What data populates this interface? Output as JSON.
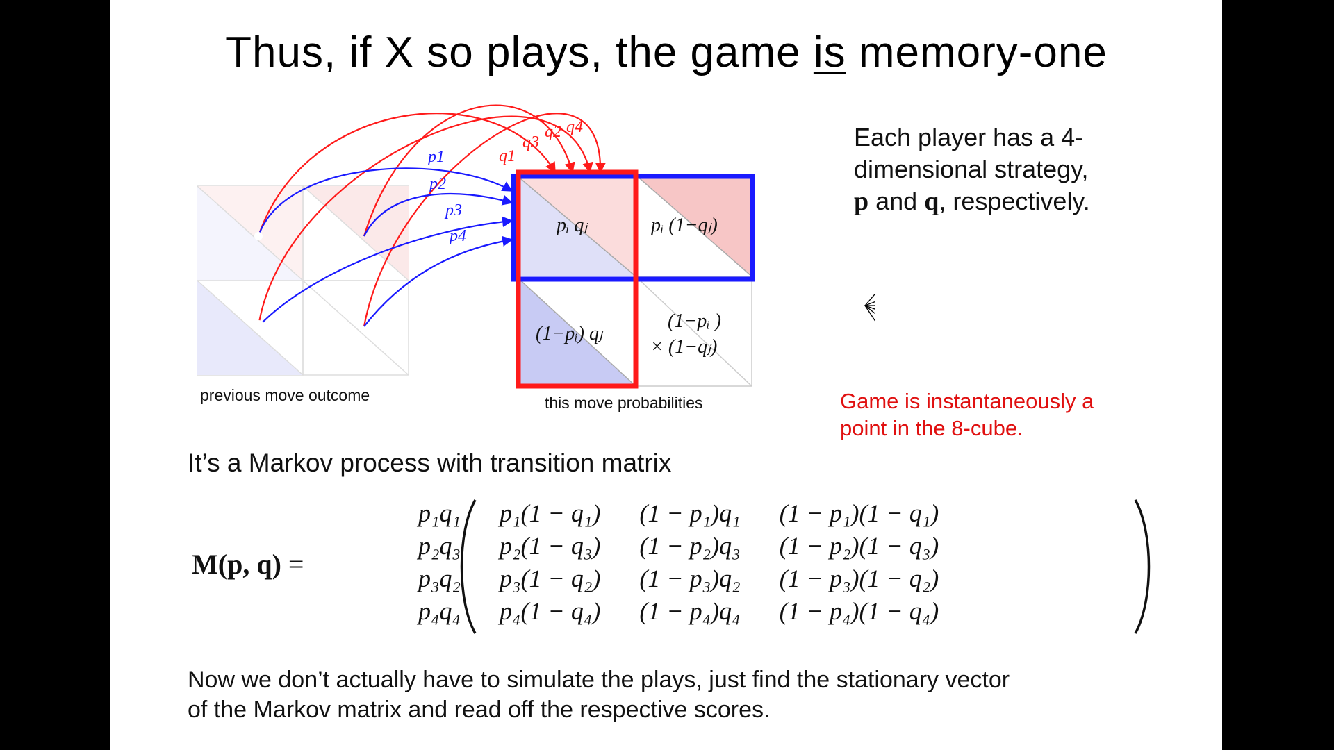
{
  "slide": {
    "title_pre": "Thus, if X so plays, the game ",
    "title_underlined": "is",
    "title_post": " memory-one"
  },
  "diagram": {
    "arrow_labels_blue": [
      "p1",
      "p2",
      "p3",
      "p4"
    ],
    "arrow_labels_red": [
      "q1",
      "q3",
      "q2",
      "q4"
    ],
    "cells": {
      "top_left": "pᵢ qⱼ",
      "top_right": "pᵢ (1−qⱼ)",
      "bottom_left": "(1−pᵢ) qⱼ",
      "bottom_right_line1": "(1−pᵢ )",
      "bottom_right_line2": "× (1−qⱼ)"
    },
    "caption_left": "previous move outcome",
    "caption_right": "this move probabilities",
    "colors": {
      "blue": "#1a1aff",
      "red": "#ff1a1a",
      "pink_fill": "#f9cfcf",
      "blue_fill": "#c9cbf5"
    }
  },
  "strategy": {
    "line1": "Each player has a 4-",
    "line2": "dimensional strategy,",
    "bold_p": "p",
    "and": " and ",
    "bold_q": "q",
    "line3_rest": ", respectively."
  },
  "game_note": {
    "line1": "Game is instantaneously a",
    "line2": "point in the 8-cube."
  },
  "markov_intro": "It’s a Markov process with transition matrix",
  "matrix": {
    "lhs_bold": "M(p, q)",
    "lhs_eq": " =",
    "rows": [
      [
        "p₁q₁",
        "p₁(1 − q₁)",
        "(1 − p₁)q₁",
        "(1 − p₁)(1 − q₁)"
      ],
      [
        "p₂q₃",
        "p₂(1 − q₃)",
        "(1 − p₂)q₃",
        "(1 − p₂)(1 − q₃)"
      ],
      [
        "p₃q₂",
        "p₃(1 − q₂)",
        "(1 − p₃)q₂",
        "(1 − p₃)(1 − q₂)"
      ],
      [
        "p₄q₄",
        "p₄(1 − q₄)",
        "(1 − p₄)q₄",
        "(1 − p₄)(1 − q₄)"
      ]
    ]
  },
  "summary": {
    "line1": "Now we don’t actually have to simulate the plays, just find the stationary vector",
    "line2": "of the Markov matrix and read off the respective scores."
  }
}
